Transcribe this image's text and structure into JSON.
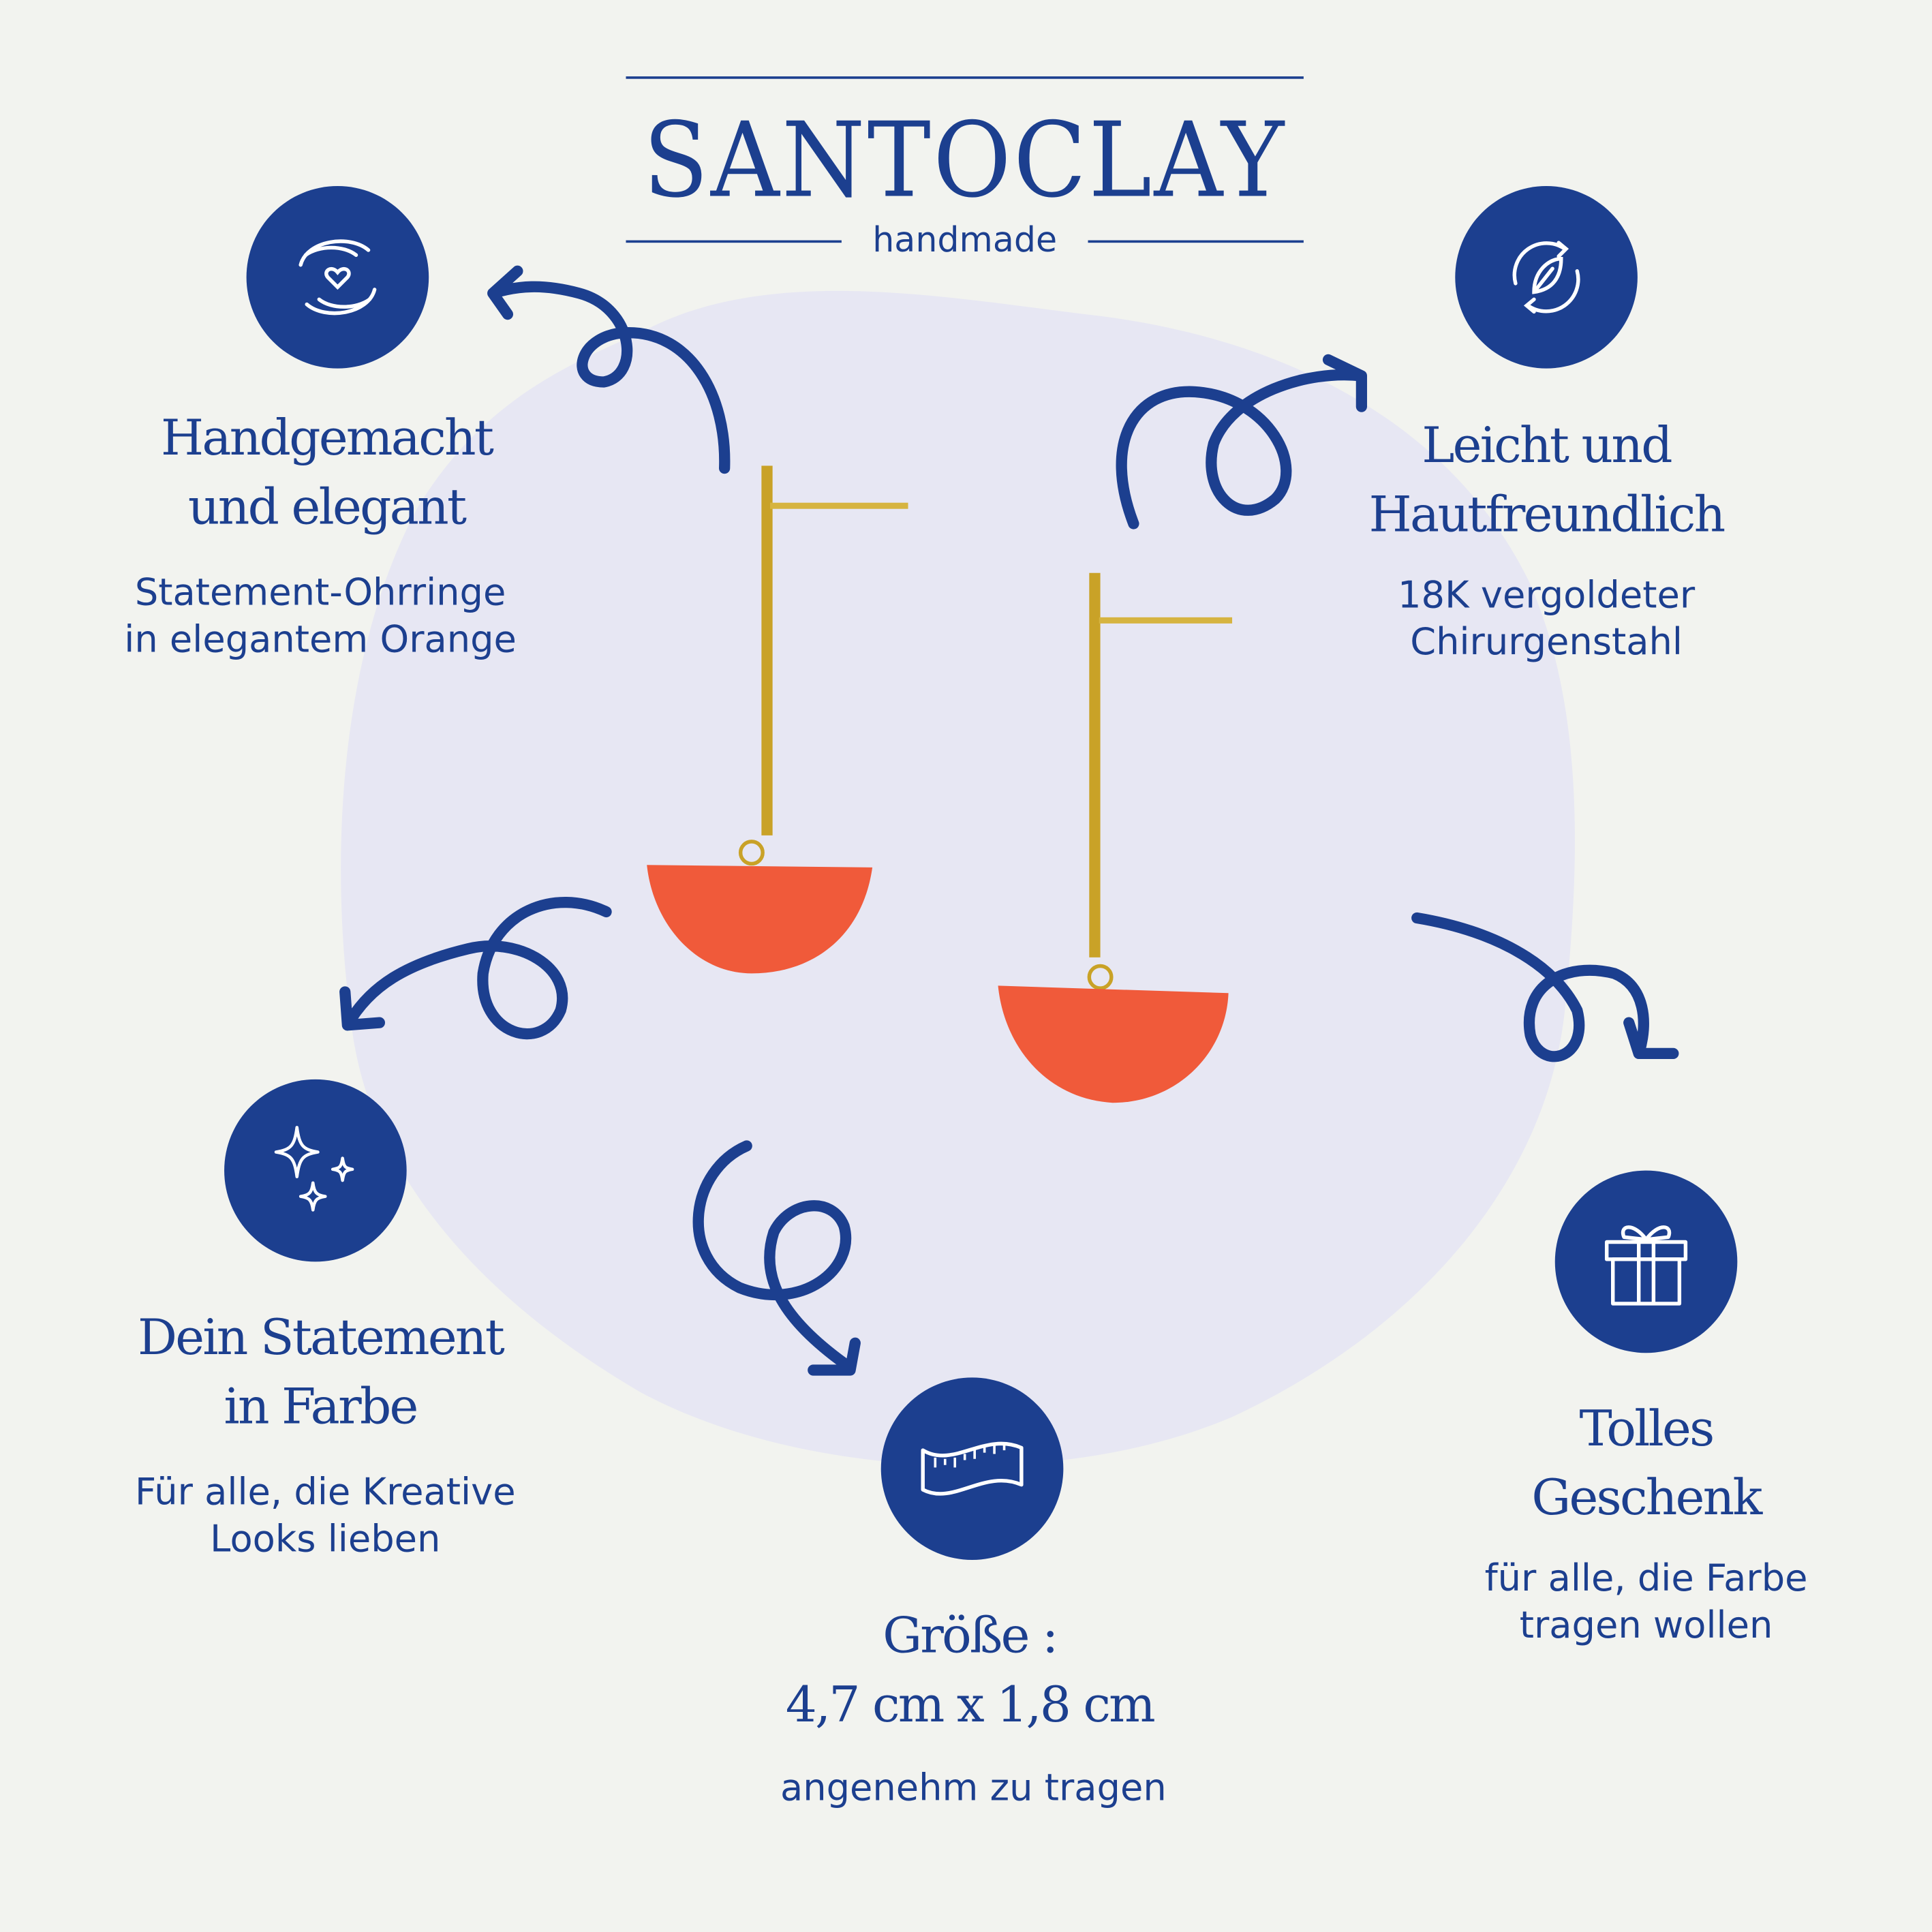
{
  "brand": {
    "name": "SANTOCLAY",
    "tagline": "handmade"
  },
  "colors": {
    "primary": "#1c3f8f",
    "background": "#f2f3ef",
    "blob": "#e7e7f3",
    "earring": "#f05a3a",
    "gold": "#c9a227"
  },
  "features": [
    {
      "icon": "hands-heart-icon",
      "title_l1": "Handgemacht",
      "title_l2": "und elegant",
      "sub_l1": "Statement-Ohrringe",
      "sub_l2": "in elegantem Orange"
    },
    {
      "icon": "recycle-leaf-icon",
      "title_l1": "Leicht und",
      "title_l2": "Hautfreundlich",
      "sub_l1": "18K vergoldeter",
      "sub_l2": "Chirurgenstahl"
    },
    {
      "icon": "sparkles-icon",
      "title_l1": "Dein Statement",
      "title_l2": "in Farbe",
      "sub_l1": "Für alle, die Kreative",
      "sub_l2": "Looks lieben"
    },
    {
      "icon": "measuring-tape-icon",
      "title_l1": "Größe :",
      "title_l2": "4,7 cm x 1,8 cm",
      "sub_l1": "angenehm zu tragen",
      "sub_l2": ""
    },
    {
      "icon": "gift-icon",
      "title_l1": "Tolles",
      "title_l2": "Geschenk",
      "sub_l1": "für alle, die Farbe",
      "sub_l2": "tragen wollen"
    }
  ]
}
